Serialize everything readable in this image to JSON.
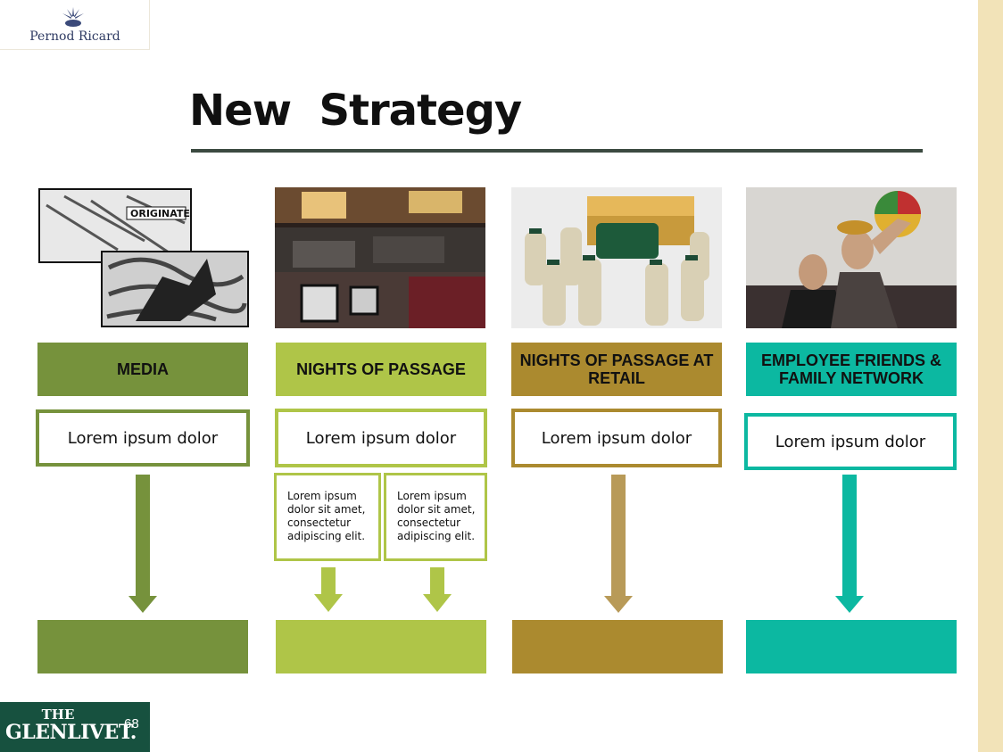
{
  "header": {
    "logo_text": "Pernod Ricard",
    "title": "New  Strategy"
  },
  "colors": {
    "olive": "#76923c",
    "lime": "#afc548",
    "gold": "#ab8a2f",
    "teal": "#0cb8a1",
    "sidebar": "#f2e3b8",
    "brand_green": "#17513f"
  },
  "columns": [
    {
      "label": "MEDIA",
      "box_text": "Lorem ipsum dolor",
      "photo": "storyboard-sketch-image"
    },
    {
      "label": "NIGHTS OF PASSAGE",
      "box_text": "Lorem ipsum dolor",
      "photo": "lounge-room-image",
      "sub_boxes": [
        "Lorem ipsum dolor sit amet, consectetur adipiscing elit.",
        "Lorem ipsum dolor sit amet, consectetur adipiscing elit."
      ]
    },
    {
      "label": "NIGHTS OF PASSAGE AT RETAIL",
      "box_text": "Lorem ipsum dolor",
      "photo": "retail-display-image"
    },
    {
      "label": "EMPLOYEE FRIENDS & FAMILY NETWORK",
      "box_text": "Lorem ipsum dolor",
      "photo": "tasting-event-image"
    }
  ],
  "footer": {
    "brand_the": "THE",
    "brand_name": "GLENLIVET.",
    "page_number": "68"
  }
}
